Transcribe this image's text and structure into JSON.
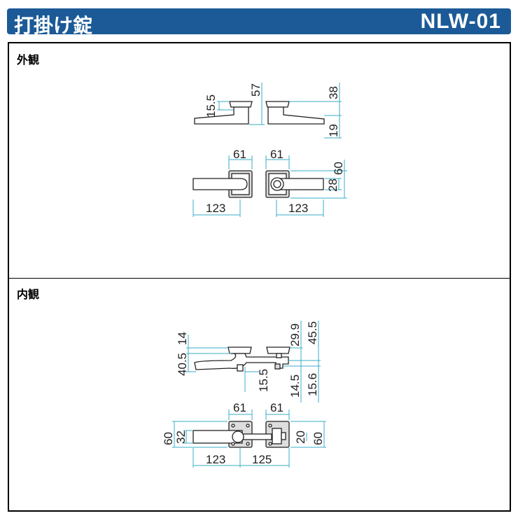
{
  "header": {
    "title": "打掛け錠",
    "model": "NLW-01"
  },
  "colors": {
    "header_bg": "#1b5a96",
    "dimension_line": "#3aaec8"
  },
  "exterior": {
    "label": "外観",
    "side_dims": {
      "rose_height": "15.5",
      "total_projection": "57",
      "upper": "38",
      "lower": "19"
    },
    "front_dims": {
      "left_rose_width": "61",
      "right_rose_width": "61",
      "left_lever_length": "123",
      "right_lever_length": "123",
      "rose_height": "60",
      "lever_height": "28"
    }
  },
  "interior": {
    "label": "内観",
    "side_dims": {
      "rose": "14",
      "projection": "40.5",
      "latch_offset": "15.5",
      "a": "29.9",
      "b": "45.5",
      "c": "14.5",
      "d": "15.6"
    },
    "front_dims": {
      "left_rose_width": "61",
      "right_rose_width": "61",
      "left_height": "60",
      "lever_height": "32",
      "lever_length": "123",
      "latch_length": "125",
      "catch_height": "20",
      "right_height": "60"
    }
  }
}
